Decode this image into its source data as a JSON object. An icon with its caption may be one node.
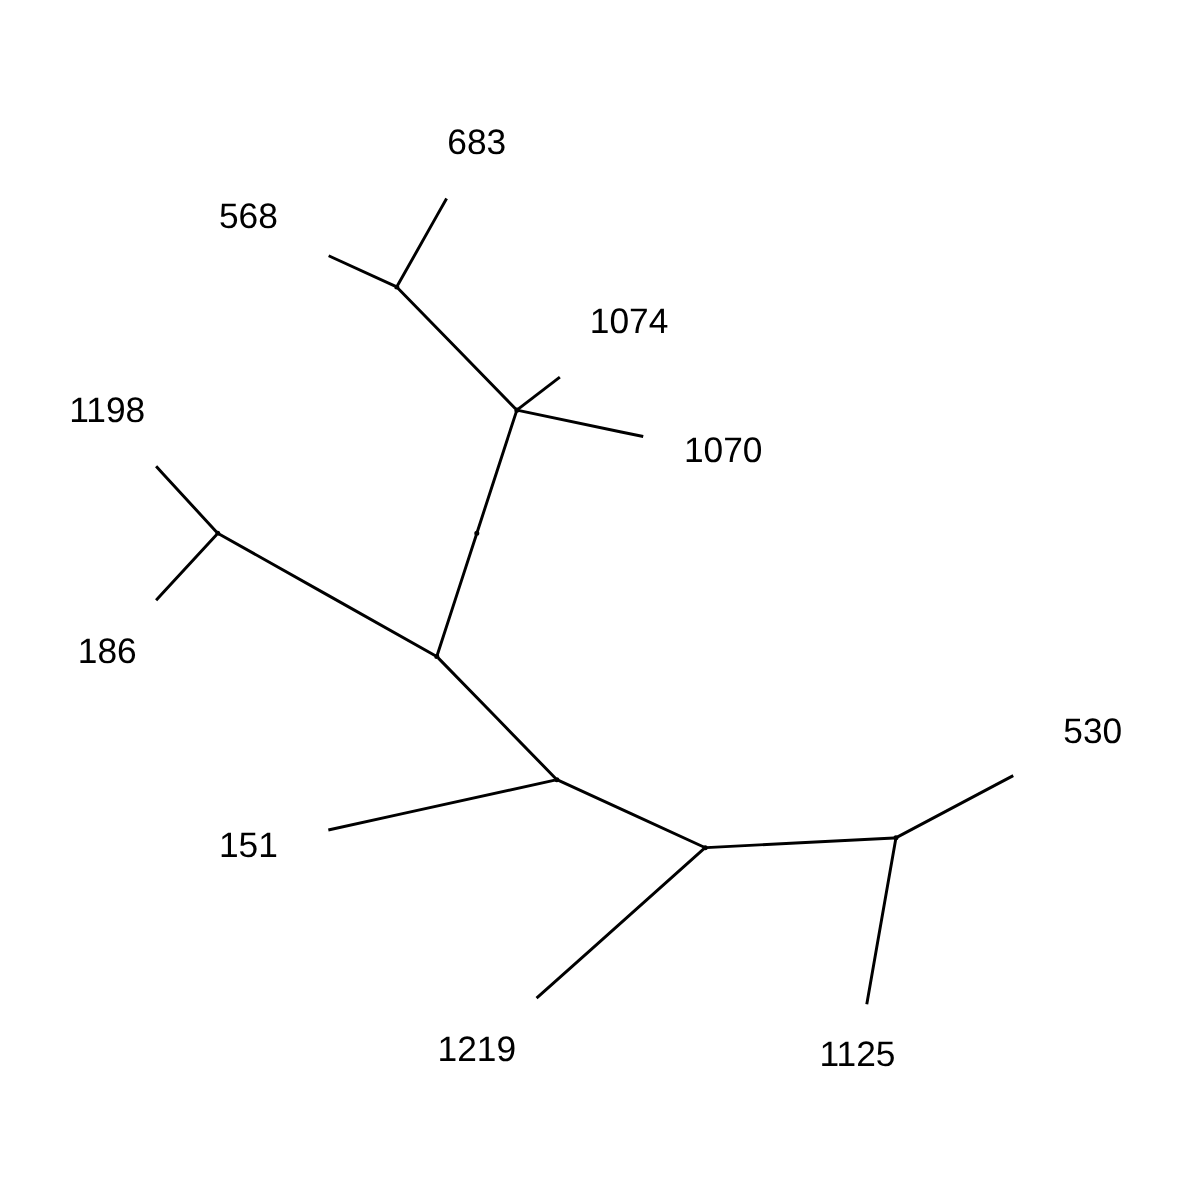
{
  "diagram": {
    "nodes": [
      {
        "text": [
          "683"
        ]
      },
      {
        "text": [
          "568"
        ]
      },
      {
        "text": [
          "1070"
        ]
      },
      {
        "text": [
          "1074"
        ]
      },
      {
        "text": [
          "1198"
        ]
      },
      {
        "text": [
          "1125"
        ]
      },
      {
        "text": [
          "186"
        ]
      },
      {
        "text": [
          "530"
        ]
      },
      {
        "text": [
          "151"
        ]
      },
      {
        "text": [
          "1219"
        ]
      },
      {
        "text": [],
        "shape": "point"
      },
      {
        "text": [],
        "shape": "point"
      },
      {
        "text": [],
        "shape": "point"
      },
      {
        "text": [],
        "shape": "point"
      },
      {
        "text": [],
        "shape": "point"
      },
      {
        "text": [],
        "shape": "point"
      },
      {
        "text": [],
        "shape": "point"
      },
      {
        "text": [],
        "shape": "point"
      }
    ],
    "edges": [
      {
        "from": 10,
        "to": 11,
        "arrow": "none"
      },
      {
        "from": 11,
        "to": 2,
        "arrow": "none"
      },
      {
        "from": 11,
        "to": 12,
        "arrow": "none"
      },
      {
        "from": 12,
        "to": 0,
        "arrow": "none"
      },
      {
        "from": 12,
        "to": 1,
        "arrow": "none"
      },
      {
        "from": 11,
        "to": 3,
        "arrow": "none"
      },
      {
        "from": 10,
        "to": 13,
        "arrow": "none"
      },
      {
        "from": 13,
        "to": 14,
        "arrow": "none"
      },
      {
        "from": 14,
        "to": 4,
        "arrow": "none"
      },
      {
        "from": 14,
        "to": 6,
        "arrow": "none"
      },
      {
        "from": 13,
        "to": 15,
        "arrow": "none"
      },
      {
        "from": 15,
        "to": 8,
        "arrow": "none"
      },
      {
        "from": 15,
        "to": 16,
        "arrow": "none"
      },
      {
        "from": 16,
        "to": 9,
        "arrow": "none"
      },
      {
        "from": 16,
        "to": 17,
        "arrow": "none"
      },
      {
        "from": 17,
        "to": 5,
        "arrow": "none"
      },
      {
        "from": 17,
        "to": 7,
        "arrow": "none"
      }
    ]
  }
}
